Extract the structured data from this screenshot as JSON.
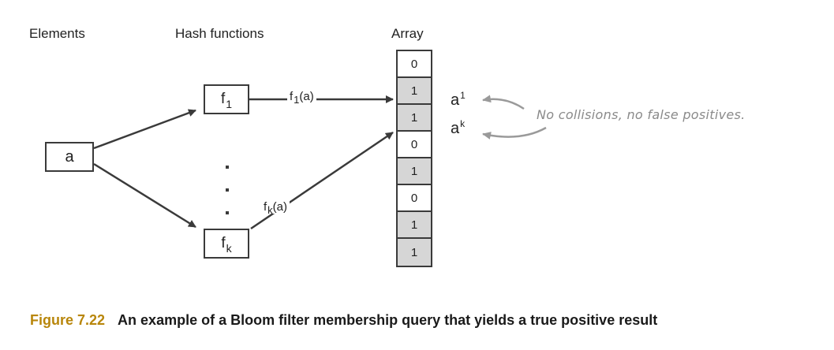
{
  "headers": {
    "elements": "Elements",
    "hash_functions": "Hash functions",
    "array": "Array"
  },
  "element_a": "a",
  "functions": [
    {
      "base": "f",
      "sub": "1"
    },
    {
      "base": "f",
      "sub": "k"
    }
  ],
  "vertical_dots": ".",
  "arrow_labels": [
    {
      "base": "f",
      "sub": "1",
      "suffix": "(a)"
    },
    {
      "base": "f",
      "sub": "k",
      "suffix": "(a)"
    }
  ],
  "array_bits": [
    "0",
    "1",
    "1",
    "0",
    "1",
    "0",
    "1",
    "1"
  ],
  "hash_results": [
    {
      "base": "a",
      "sup": "1"
    },
    {
      "base": "a",
      "sup": "k"
    }
  ],
  "annotation": "No collisions, no false positives.",
  "caption": {
    "number": "Figure 7.22",
    "text": "An example of a Bloom filter membership query that yields a true positive result"
  },
  "colors": {
    "line": "#3a3a3a",
    "set_bit_fill": "#d6d6d6",
    "annotation": "#8a8a8a",
    "caption_number": "#b8860b"
  }
}
